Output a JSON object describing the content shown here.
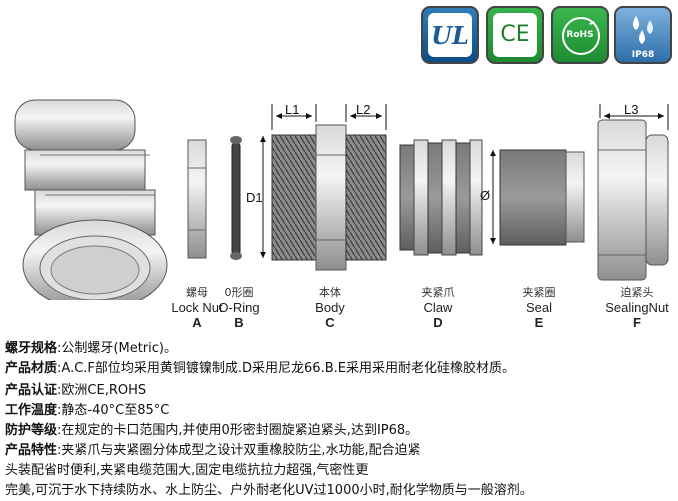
{
  "badges": [
    {
      "name": "ul-badge",
      "text": "UL"
    },
    {
      "name": "ce-badge",
      "text": "CE"
    },
    {
      "name": "rohs-badge",
      "text": "RoHS"
    },
    {
      "name": "ip68-badge",
      "text": "IP68"
    }
  ],
  "dimensions": {
    "l1": "L1",
    "l2": "L2",
    "l3": "L3",
    "d1": "D1",
    "phi": "Ø"
  },
  "parts": [
    {
      "cn": "螺母",
      "en": "Lock Nut",
      "letter": "A"
    },
    {
      "cn": "0形圈",
      "en": "O-Ring",
      "letter": "B"
    },
    {
      "cn": "本体",
      "en": "Body",
      "letter": "C"
    },
    {
      "cn": "夹紧爪",
      "en": "Claw",
      "letter": "D"
    },
    {
      "cn": "夹紧圈",
      "en": "Seal",
      "letter": "E"
    },
    {
      "cn": "迫紧头",
      "en": "SealingNut",
      "letter": "F"
    }
  ],
  "specs": [
    {
      "label": "螺牙规格",
      "sep": ":",
      "value": "公制螺牙(Metric)。"
    },
    {
      "label": "产品材质",
      "sep": ":",
      "value": "A.C.F部位均采用黄铜镀镍制成.D采用尼龙66.B.E采用采用耐老化硅橡胶材质。"
    },
    {
      "label": "产品认证",
      "sep": ":",
      "value": "欧洲CE,ROHS"
    },
    {
      "label": "工作温度",
      "sep": ":",
      "value": "静态-40°C至85°C"
    },
    {
      "label": "防护等级",
      "sep": ":",
      "value": "在规定的卡口范围内,并使用0形密封圈旋紧迫紧头,达到IP68。"
    },
    {
      "label": "产品特性",
      "sep": ":",
      "value": "夹紧爪与夹紧圈分体成型之设计双重橡胶防尘,水功能,配合迫紧"
    },
    {
      "label": "",
      "sep": "",
      "value": "头装配省时便利,夹紧电缆范围大,固定电缆抗拉力超强,气密性更"
    },
    {
      "label": "",
      "sep": "",
      "value": "完美,可沉于水下持续防水、水上防尘、户外耐老化UV过1000小时,耐化学物质与一般溶剂。"
    }
  ]
}
